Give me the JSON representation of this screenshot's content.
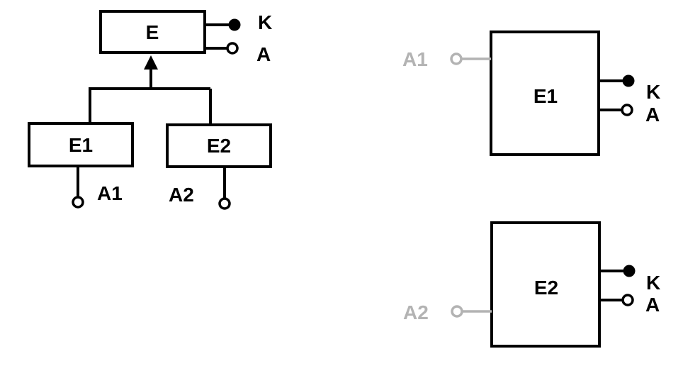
{
  "left_diagram": {
    "parent": {
      "label": "E",
      "attr_key": "K",
      "attr": "A"
    },
    "children": [
      {
        "label": "E1",
        "attr": "A1"
      },
      {
        "label": "E2",
        "attr": "A2"
      }
    ]
  },
  "right_diagram": {
    "entities": [
      {
        "label": "E1",
        "key": "K",
        "attr": "A",
        "inherited_attr": "A1"
      },
      {
        "label": "E2",
        "key": "K",
        "attr": "A",
        "inherited_attr": "A2"
      }
    ]
  },
  "colors": {
    "stroke": "#000000",
    "faded": "#b3b3b3",
    "background": "#ffffff"
  }
}
